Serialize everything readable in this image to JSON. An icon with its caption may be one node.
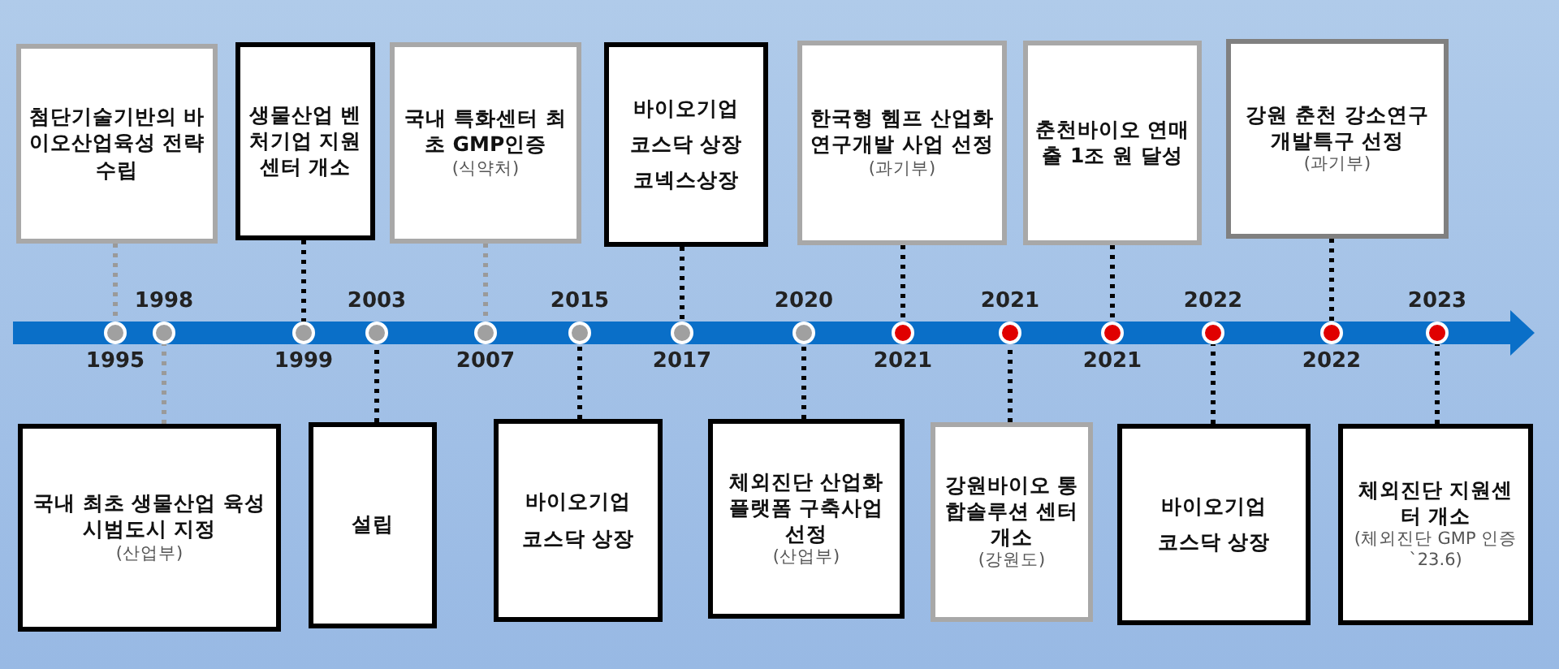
{
  "diagram": {
    "nodes": [
      {
        "text": [
          "첨단기술기반의 바이오산업육성 전략 수립"
        ]
      },
      {
        "text": [
          "생물산업 벤처기업 지원센터 개소"
        ]
      },
      {
        "text": [
          "국내 특화센터 최초 GMP인증",
          "(식약처)"
        ]
      },
      {
        "text": [
          "바이오기업",
          "코스닥 상장",
          "코넥스상장"
        ]
      },
      {
        "text": [
          "한국형 헴프 산업화 연구개발 사업 선정",
          "(과기부)"
        ]
      },
      {
        "text": [
          "춘천바이오 연매출 1조 원 달성"
        ]
      },
      {
        "text": [
          "강원 춘천 강소연구개발특구 선정",
          "(과기부)"
        ]
      },
      {
        "text": [],
        "shape": "circle",
        "beside": [
          "1995"
        ]
      },
      {
        "text": [],
        "shape": "circle",
        "beside": [
          "1998"
        ]
      },
      {
        "text": [],
        "shape": "circle",
        "beside": [
          "1999"
        ]
      },
      {
        "text": [],
        "shape": "circle",
        "beside": [
          "2003"
        ]
      },
      {
        "text": [],
        "shape": "circle",
        "beside": [
          "2007"
        ]
      },
      {
        "text": [],
        "shape": "circle",
        "beside": [
          "2015"
        ]
      },
      {
        "text": [],
        "shape": "circle",
        "beside": [
          "2017"
        ]
      },
      {
        "text": [],
        "shape": "circle",
        "beside": [
          "2020"
        ]
      },
      {
        "text": [],
        "shape": "circle",
        "beside": [
          "2021"
        ]
      },
      {
        "text": [],
        "shape": "circle",
        "beside": [
          "2021"
        ]
      },
      {
        "text": [],
        "shape": "circle",
        "beside": [
          "2021"
        ]
      },
      {
        "text": [],
        "shape": "circle",
        "beside": [
          "2022"
        ]
      },
      {
        "text": [],
        "shape": "circle",
        "beside": [
          "2022"
        ]
      },
      {
        "text": [],
        "shape": "circle",
        "beside": [
          "2023"
        ]
      },
      {
        "text": [
          "국내 최초 생물산업 육성 시범도시 지정",
          "(산업부)"
        ]
      },
      {
        "text": [
          "설립"
        ]
      },
      {
        "text": [
          "바이오기업",
          "코스닥 상장"
        ]
      },
      {
        "text": [
          "체외진단 산업화 플랫폼 구축사업 선정",
          "(산업부)"
        ]
      },
      {
        "text": [
          "강원바이오 통합솔루션 센터 개소",
          "(강원도)"
        ]
      },
      {
        "text": [
          "바이오기업",
          "코스닥 상장"
        ]
      },
      {
        "text": [
          "체외진단 지원센터 개소",
          "(체외진단 GMP 인증 `23.6)"
        ]
      }
    ],
    "edges": [
      {
        "from": 0,
        "to": 7,
        "arrow": "none",
        "color": "#9a9a9a"
      },
      {
        "from": 21,
        "to": 8,
        "arrow": "none",
        "color": "#9a9a9a"
      },
      {
        "from": 1,
        "to": 9,
        "arrow": "none"
      },
      {
        "from": 22,
        "to": 10,
        "arrow": "none"
      },
      {
        "from": 2,
        "to": 11,
        "arrow": "none",
        "color": "#9a9a9a"
      },
      {
        "from": 23,
        "to": 12,
        "arrow": "none"
      },
      {
        "from": 3,
        "to": 13,
        "arrow": "none"
      },
      {
        "from": 24,
        "to": 14,
        "arrow": "none"
      },
      {
        "from": 4,
        "to": 15,
        "arrow": "none"
      },
      {
        "from": 25,
        "to": 16,
        "arrow": "none"
      },
      {
        "from": 5,
        "to": 17,
        "arrow": "none"
      },
      {
        "from": 26,
        "to": 18,
        "arrow": "none"
      },
      {
        "from": 6,
        "to": 19,
        "arrow": "none"
      },
      {
        "from": 27,
        "to": 20,
        "arrow": "none"
      }
    ]
  }
}
